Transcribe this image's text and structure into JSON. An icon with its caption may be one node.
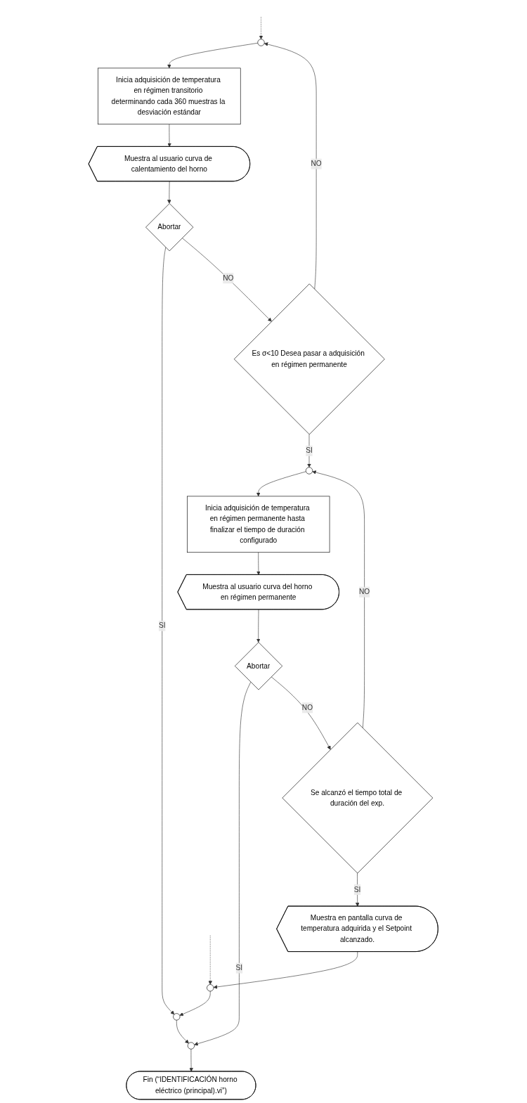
{
  "diagram": {
    "nodes": [
      {
        "text": [],
        "shape": "circle"
      },
      {
        "text": [
          "Inicia adquisición de temperatura en régimen transitorio determinando cada 360 muestras la desviación estándar"
        ]
      },
      {
        "text": [
          "Muestra al usuario curva de calentamiento del horno"
        ]
      },
      {
        "text": [
          "Abortar"
        ]
      },
      {
        "text": [
          "Es σ<10 Desea pasar a adquisición en régimen permanente"
        ]
      },
      {
        "text": [],
        "shape": "circle"
      },
      {
        "text": [
          "Inicia adquisición de temperatura en régimen permanente hasta finalizar el tiempo de duración configurado"
        ]
      },
      {
        "text": [
          "Muestra al usuario curva del horno en régimen permanente"
        ]
      },
      {
        "text": [
          "Abortar"
        ]
      },
      {
        "text": [
          "Se alcanzó el tiempo total de duración del exp."
        ]
      },
      {
        "text": [
          "Muestra en pantalla curva de temperatura adquirida y el Setpoint alcanzado."
        ]
      },
      {
        "text": [],
        "shape": "circle"
      },
      {
        "text": [],
        "shape": "circle"
      },
      {
        "text": [],
        "shape": "circle"
      },
      {
        "text": [
          "Fin (“IDENTIFICACIÓN horno eléctrico (principal).vi”)"
        ]
      }
    ],
    "edges": [
      {
        "from": null,
        "to": 0,
        "arrow": "to",
        "style": "dashed"
      },
      {
        "from": 0,
        "to": 1,
        "arrow": "to"
      },
      {
        "from": 1,
        "to": 2,
        "arrow": "to"
      },
      {
        "from": 2,
        "to": 3,
        "arrow": "to"
      },
      {
        "from": 3,
        "to": 12,
        "arrow": "to",
        "label": "SI"
      },
      {
        "from": 3,
        "to": 4,
        "arrow": "to",
        "label": "NO"
      },
      {
        "from": 4,
        "to": 0,
        "arrow": "to",
        "label": "NO"
      },
      {
        "from": 4,
        "to": 5,
        "arrow": "to",
        "label": "SI"
      },
      {
        "from": 5,
        "to": 6,
        "arrow": "to"
      },
      {
        "from": 6,
        "to": 7,
        "arrow": "to"
      },
      {
        "from": 7,
        "to": 8,
        "arrow": "to"
      },
      {
        "from": 8,
        "to": 13,
        "arrow": "to",
        "label": "SI"
      },
      {
        "from": 8,
        "to": 9,
        "arrow": "to",
        "label": "NO"
      },
      {
        "from": 9,
        "to": 5,
        "arrow": "to",
        "label": "NO"
      },
      {
        "from": 9,
        "to": 10,
        "arrow": "to",
        "label": "SI"
      },
      {
        "from": null,
        "to": 11,
        "arrow": "to",
        "style": "dashed"
      },
      {
        "from": 10,
        "to": 11,
        "arrow": "to"
      },
      {
        "from": 11,
        "to": 12,
        "arrow": "to"
      },
      {
        "from": 12,
        "to": 13,
        "arrow": "to"
      },
      {
        "from": 13,
        "to": 14,
        "arrow": "to"
      }
    ]
  }
}
